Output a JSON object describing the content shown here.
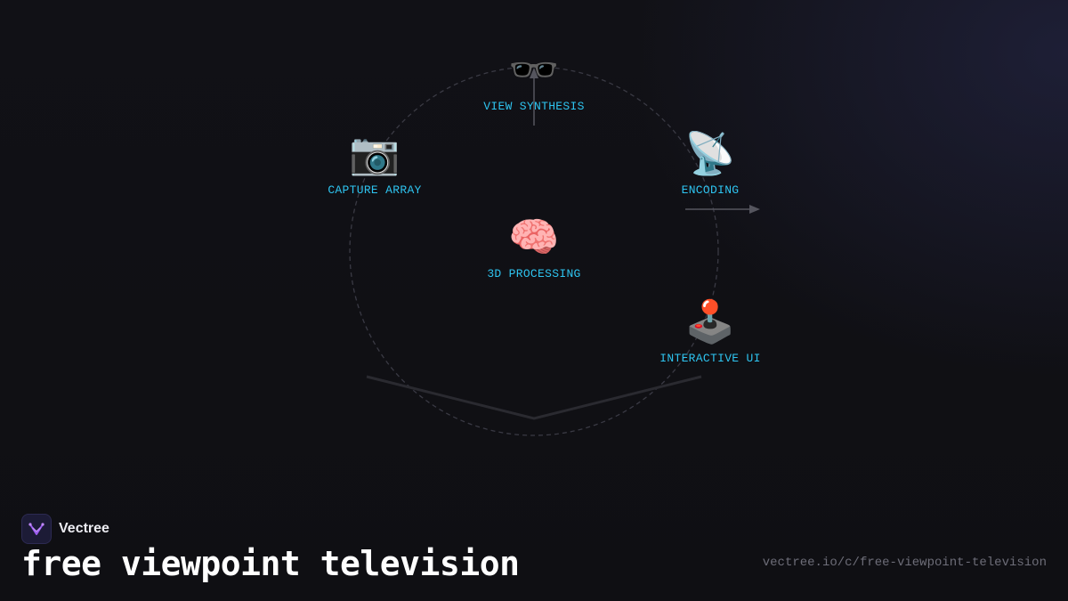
{
  "diagram": {
    "nodes": [
      {
        "id": "view-synthesis",
        "icon": "sunglasses-icon",
        "glyph": "🕶️",
        "label": "VIEW SYNTHESIS"
      },
      {
        "id": "capture-array",
        "icon": "camera-icon",
        "glyph": "📷",
        "label": "CAPTURE ARRAY"
      },
      {
        "id": "encoding",
        "icon": "satellite-dish-icon",
        "glyph": "📡",
        "label": "ENCODING"
      },
      {
        "id": "3d-processing",
        "icon": "brain-icon",
        "glyph": "🧠",
        "label": "3D PROCESSING"
      },
      {
        "id": "interactive-ui",
        "icon": "joystick-icon",
        "glyph": "🕹️",
        "label": "INTERACTIVE UI"
      }
    ],
    "colors": {
      "label": "#2ec4f0",
      "ring": "#3a3a44",
      "arrow": "#55555e"
    }
  },
  "brand": {
    "name": "Vectree",
    "logo_icon": "vectree-logo-icon",
    "accent": "#9b5cf0"
  },
  "title": "free viewpoint television",
  "url": "vectree.io/c/free-viewpoint-television"
}
